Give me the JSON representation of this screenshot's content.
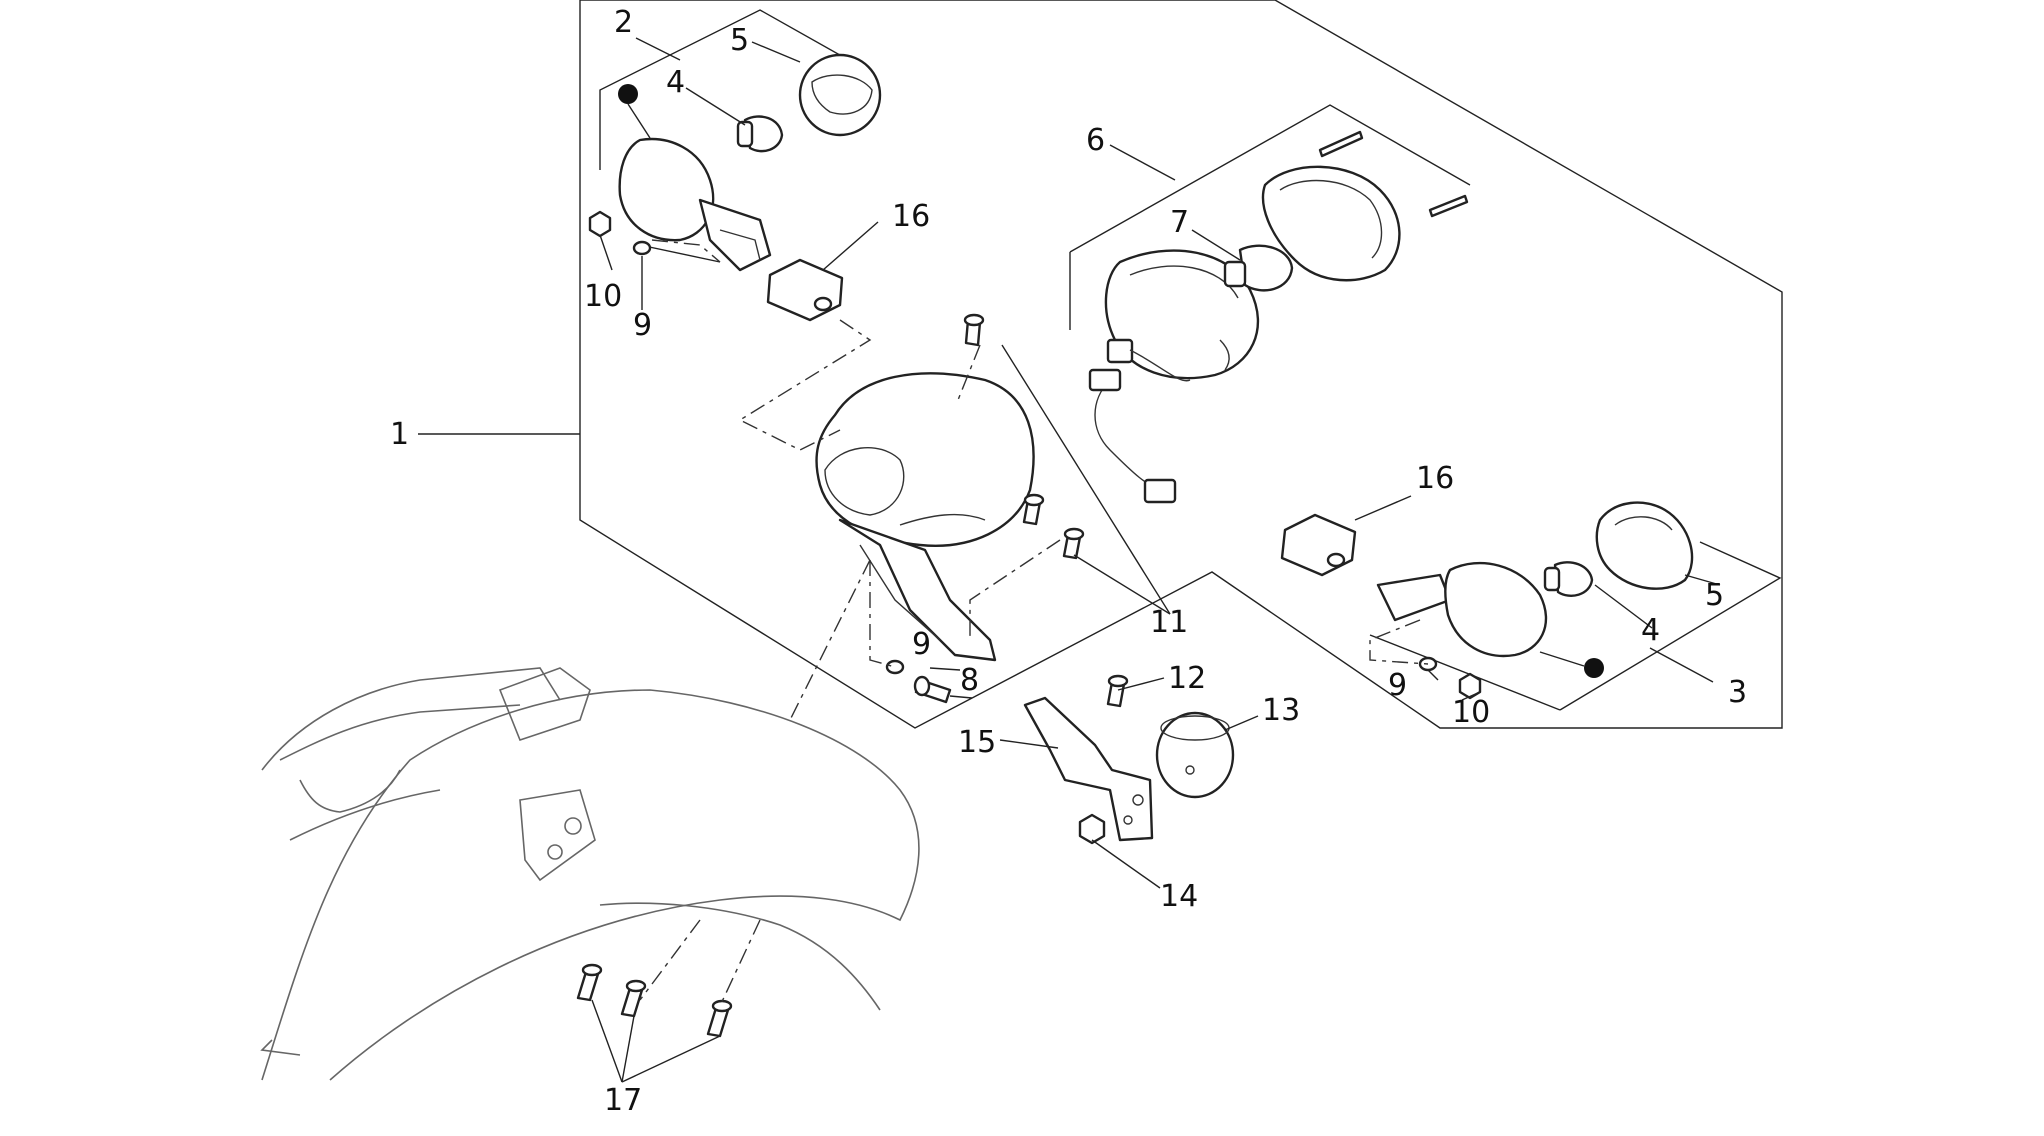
{
  "diagram": {
    "callouts": {
      "c1": "1",
      "c2": "2",
      "c3": "3",
      "c4a": "4",
      "c4b": "4",
      "c5a": "5",
      "c5b": "5",
      "c6": "6",
      "c7": "7",
      "c8": "8",
      "c9a": "9",
      "c9b": "9",
      "c9c": "9",
      "c10a": "10",
      "c10b": "10",
      "c11": "11",
      "c12": "12",
      "c13": "13",
      "c14": "14",
      "c15": "15",
      "c16a": "16",
      "c16b": "16",
      "c17": "17"
    }
  }
}
